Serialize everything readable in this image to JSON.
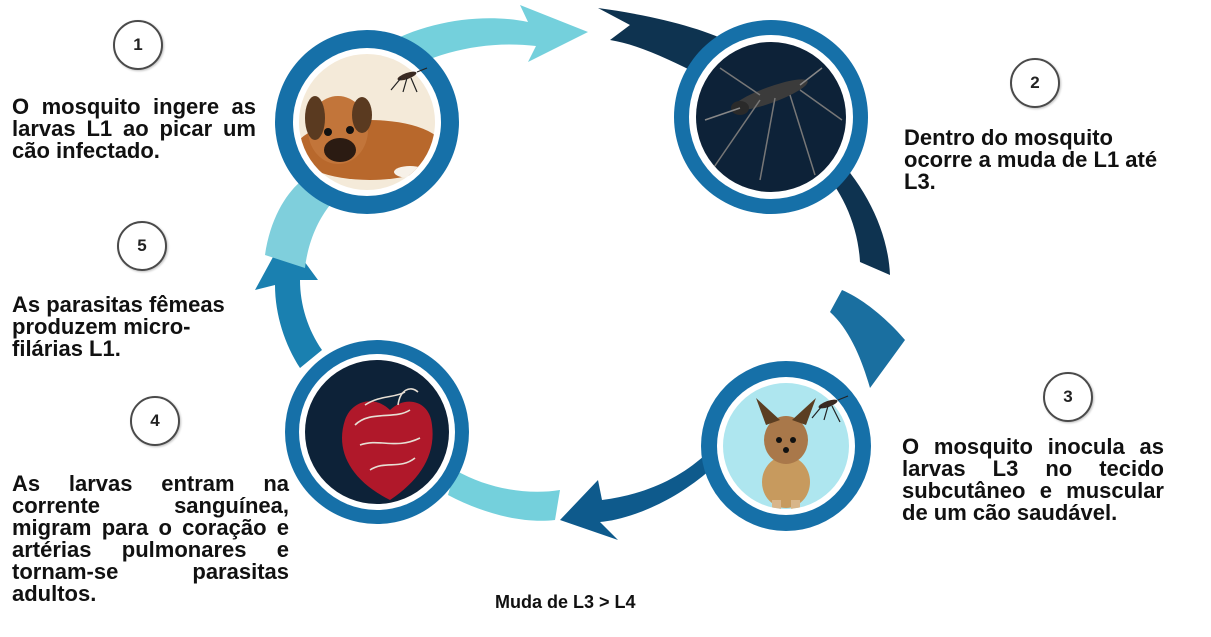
{
  "colors": {
    "arrow_light": "#74d0dc",
    "arrow_light_2": "#7fcfdc",
    "arrow_dark": "#0e3350",
    "arrow_mid": "#1a6fa0",
    "ring_blue": "#1670a8",
    "image_bg_dark": "#0d2238",
    "image_bg_light": "#aee6ef"
  },
  "steps": [
    {
      "number": "1",
      "text": "O mosquito ingere as larvas L1 ao picar um cão infectado.",
      "image": "dog-with-mosquito-icon"
    },
    {
      "number": "2",
      "text": "Dentro do mosquito ocorre a muda de L1 até L3.",
      "image": "mosquito-icon"
    },
    {
      "number": "3",
      "text": "O mosquito inocula as larvas L3 no tecido subcutâneo e muscular de um cão saudável.",
      "image": "small-dog-with-mosquito-icon"
    },
    {
      "number": "4",
      "text": "As larvas entram na corrente sanguínea, migram para o coração e artérias pulmonares e tornam-se parasitas adultos.",
      "image": "heart-with-worms-icon"
    },
    {
      "number": "5",
      "text": "As parasitas fêmeas produzem micro-filárias L1.",
      "image": null
    }
  ],
  "caption": "Muda de L3 > L4"
}
